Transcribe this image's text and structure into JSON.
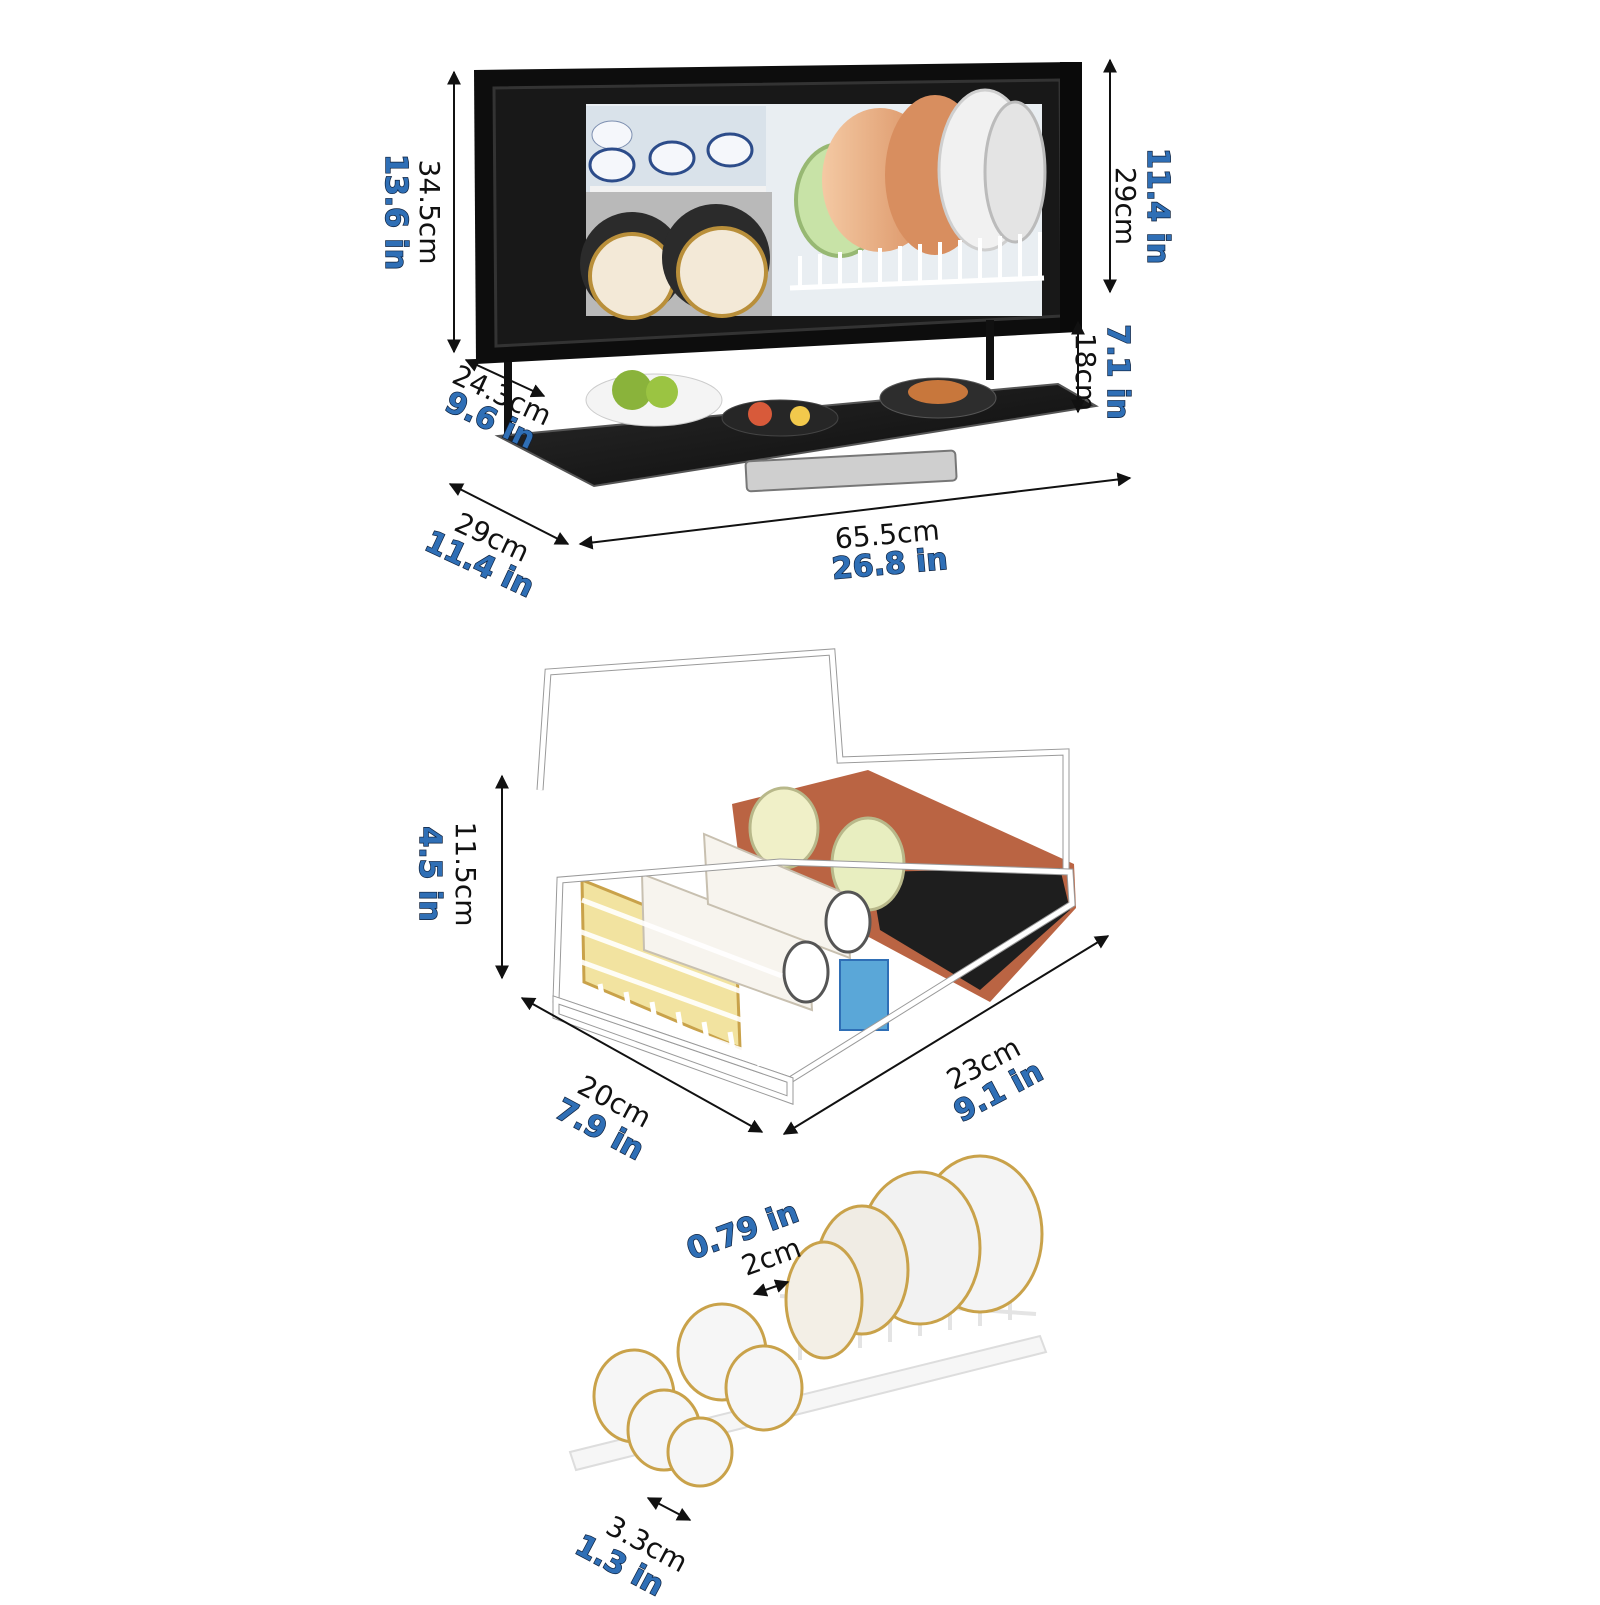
{
  "cabinet": {
    "height_cm": "34.5cm",
    "height_in": "13.6 in",
    "upper_height_cm": "29cm",
    "upper_height_in": "11.4 in",
    "gap_cm": "18cm",
    "gap_in": "7.1 in",
    "cabinet_depth_cm": "24.3cm",
    "cabinet_depth_in": "9.6 in",
    "shelf_depth_cm": "29cm",
    "shelf_depth_in": "11.4 in",
    "width_cm": "65.5cm",
    "width_in": "26.8 in",
    "colors": {
      "body": "#111111",
      "glass": "#1c1c1c",
      "plates": "#e8b58f"
    }
  },
  "basket": {
    "height_cm": "11.5cm",
    "height_in": "4.5 in",
    "depth_cm": "20cm",
    "depth_in": "7.9 in",
    "width_cm": "23cm",
    "width_in": "9.1 in",
    "color": "#ffffff"
  },
  "dish_rack": {
    "slot_gap_in": "0.79 in",
    "slot_gap_cm": "2cm",
    "foot_cm": "3.3cm",
    "foot_in": "1.3 in",
    "accent": "#c9a24a"
  }
}
